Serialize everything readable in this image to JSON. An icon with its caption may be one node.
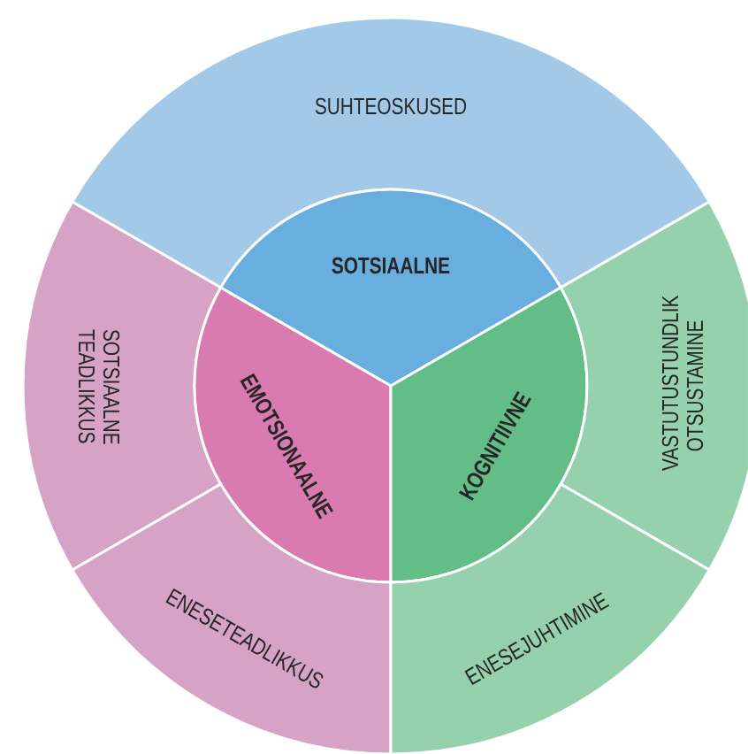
{
  "diagram": {
    "nodes": [
      {
        "text": [
          "SUHTEOSKUSED"
        ]
      },
      {
        "text": [
          "SOTSIAALNE"
        ]
      },
      {
        "text": [
          "SOTSIAALNE TEADLIKKUS"
        ]
      },
      {
        "text": [
          "EMOTSIONAALNE"
        ]
      },
      {
        "text": [
          "KOGNITIIVNE"
        ]
      },
      {
        "text": [
          "VASTUTUSTUNDLIK OTSUSTAMINE"
        ]
      },
      {
        "text": [
          "ENESETEADLIKKUS"
        ]
      },
      {
        "text": [
          "ENESEJUHTIMINE"
        ]
      }
    ]
  }
}
